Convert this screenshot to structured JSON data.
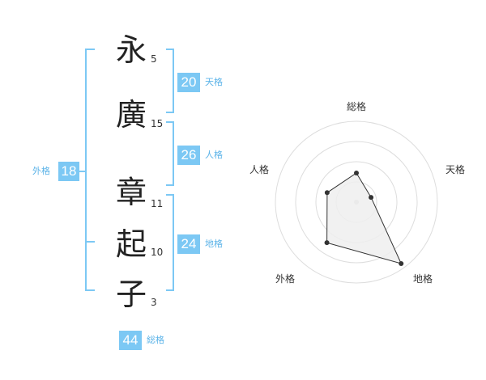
{
  "kanji": [
    {
      "char": "永",
      "strokes": "5"
    },
    {
      "char": "廣",
      "strokes": "15"
    },
    {
      "char": "章",
      "strokes": "11"
    },
    {
      "char": "起",
      "strokes": "10"
    },
    {
      "char": "子",
      "strokes": "3"
    }
  ],
  "scores": {
    "tenkaku": {
      "value": "20",
      "label": "天格"
    },
    "jinkaku": {
      "value": "26",
      "label": "人格"
    },
    "chikaku": {
      "value": "24",
      "label": "地格"
    },
    "gaikaku": {
      "value": "18",
      "label": "外格"
    },
    "soukaku": {
      "value": "44",
      "label": "総格"
    }
  },
  "chart_data": {
    "type": "radar",
    "axes": [
      "総格",
      "天格",
      "地格",
      "外格",
      "人格"
    ],
    "values": [
      0.36,
      0.19,
      0.94,
      0.62,
      0.38
    ],
    "rings": 4,
    "fill": "#efefef",
    "stroke": "#333333"
  },
  "colors": {
    "accent": "#7cc8f4"
  }
}
